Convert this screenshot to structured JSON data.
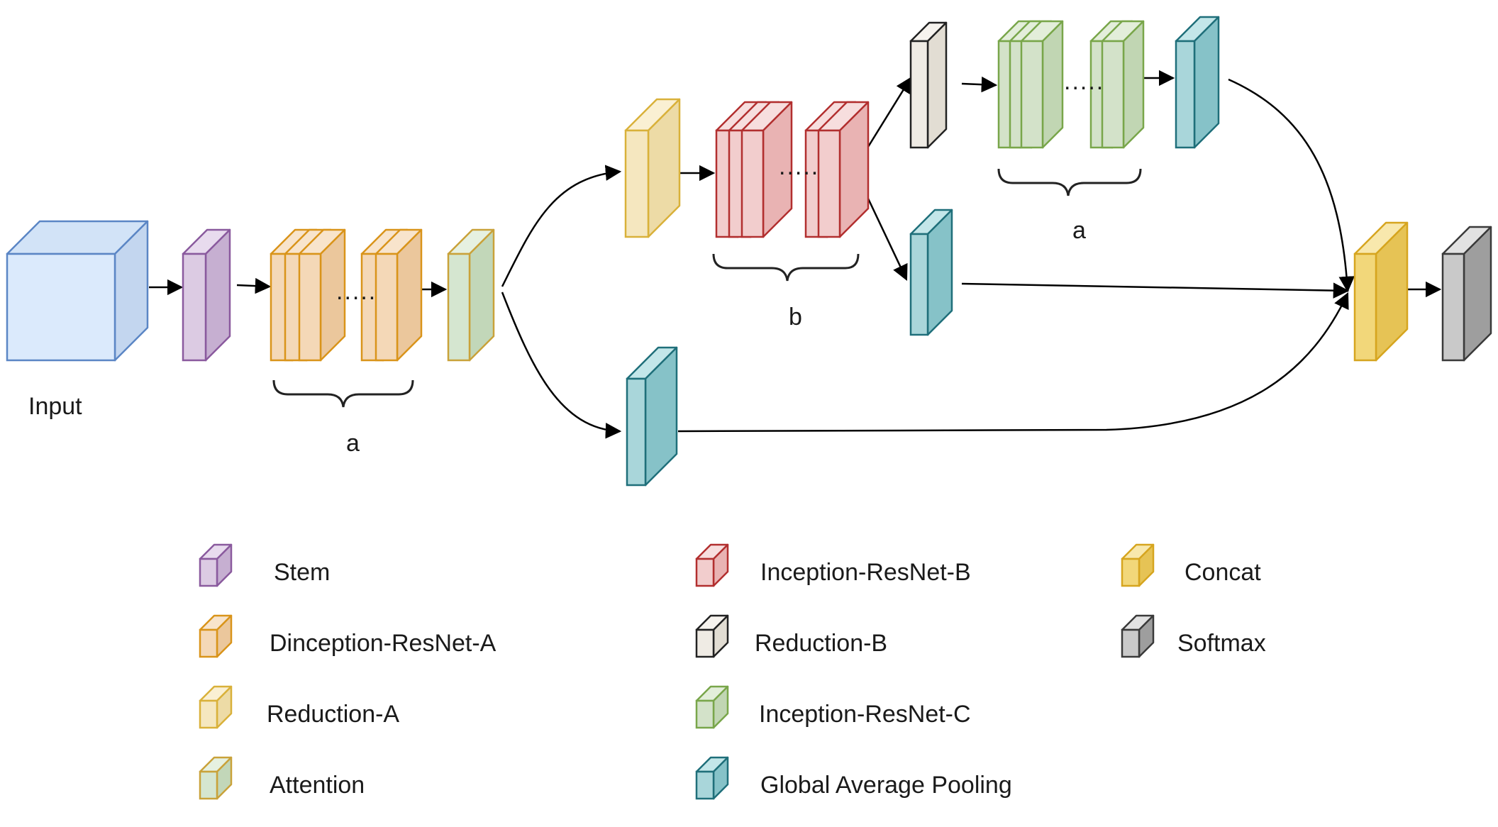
{
  "diagram": {
    "labels": {
      "input": "Input",
      "group_a_left": "a",
      "group_b": "b",
      "group_a_right": "a",
      "ellipsis": "....."
    }
  },
  "colors": {
    "input": {
      "front": "#dbeafc",
      "side": "#c3d6ef",
      "top": "#d2e3f7",
      "stroke": "#5b86c5"
    },
    "stem": {
      "front": "#dccbe3",
      "side": "#c6afd1",
      "top": "#e8dbee",
      "stroke": "#8a5a9e"
    },
    "dinception": {
      "front": "#f4d8b7",
      "side": "#ebc79c",
      "top": "#f8e4cc",
      "stroke": "#d9941a"
    },
    "reductionA": {
      "front": "#f5e7bf",
      "side": "#eddba6",
      "top": "#faf0d3",
      "stroke": "#d9b13a"
    },
    "attention": {
      "front": "#d5e6d0",
      "side": "#c2d7b9",
      "top": "#e6f1e1",
      "stroke": "#c9a23a"
    },
    "inceptionB": {
      "front": "#f2cdcd",
      "side": "#e9b3b3",
      "top": "#f7dede",
      "stroke": "#b22f2f"
    },
    "reductionB": {
      "front": "#efebe4",
      "side": "#e2ddd3",
      "top": "#f6f3ee",
      "stroke": "#222222"
    },
    "inceptionC": {
      "front": "#d3e2c9",
      "side": "#c1d6b3",
      "top": "#e3eeda",
      "stroke": "#79a64a"
    },
    "gap": {
      "front": "#a9d6da",
      "side": "#86c2c8",
      "top": "#c3e6e9",
      "stroke": "#1f6f7a"
    },
    "concat": {
      "front": "#f2d77a",
      "side": "#e6c355",
      "top": "#f8e8ad",
      "stroke": "#d6a51f"
    },
    "softmax": {
      "front": "#c9c9c9",
      "side": "#9e9e9e",
      "top": "#e2e2e2",
      "stroke": "#3a3a3a"
    }
  },
  "legend": [
    {
      "key": "stem",
      "label": "Stem"
    },
    {
      "key": "dinception",
      "label": "Dinception-ResNet-A"
    },
    {
      "key": "reductionA",
      "label": "Reduction-A"
    },
    {
      "key": "attention",
      "label": "Attention"
    },
    {
      "key": "inceptionB",
      "label": "Inception-ResNet-B"
    },
    {
      "key": "reductionB",
      "label": "Reduction-B"
    },
    {
      "key": "inceptionC",
      "label": "Inception-ResNet-C"
    },
    {
      "key": "gap",
      "label": "Global Average Pooling"
    },
    {
      "key": "concat",
      "label": "Concat"
    },
    {
      "key": "softmax",
      "label": "Softmax"
    }
  ]
}
